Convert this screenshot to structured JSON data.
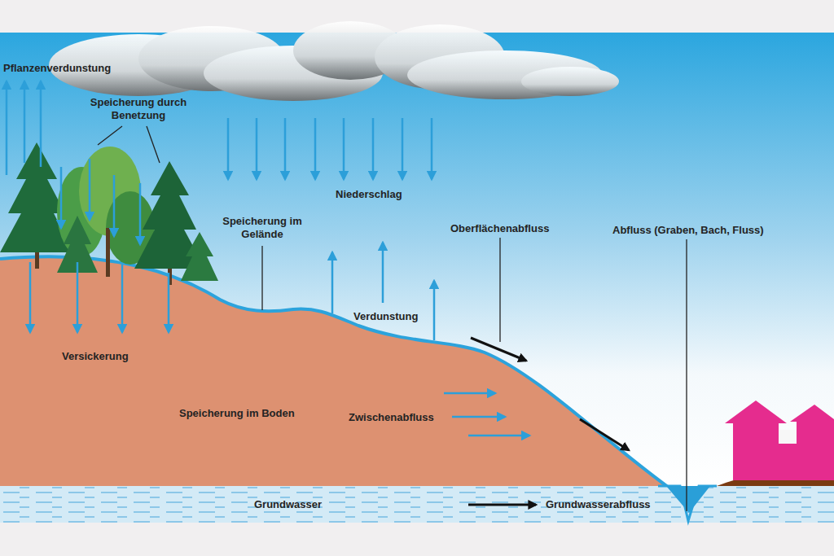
{
  "diagram": {
    "labels": [
      "Pflanzenverdunstung",
      "Speicherung durch Benetzung",
      "Niederschlag",
      "Speicherung im Gelände",
      "Oberflächenabfluss",
      "Abfluss (Graben, Bach, Fluss)",
      "Verdunstung",
      "Versickerung",
      "Speicherung im Boden",
      "Zwischenabfluss",
      "Grundwasser",
      "Grundwasserabfluss"
    ]
  }
}
